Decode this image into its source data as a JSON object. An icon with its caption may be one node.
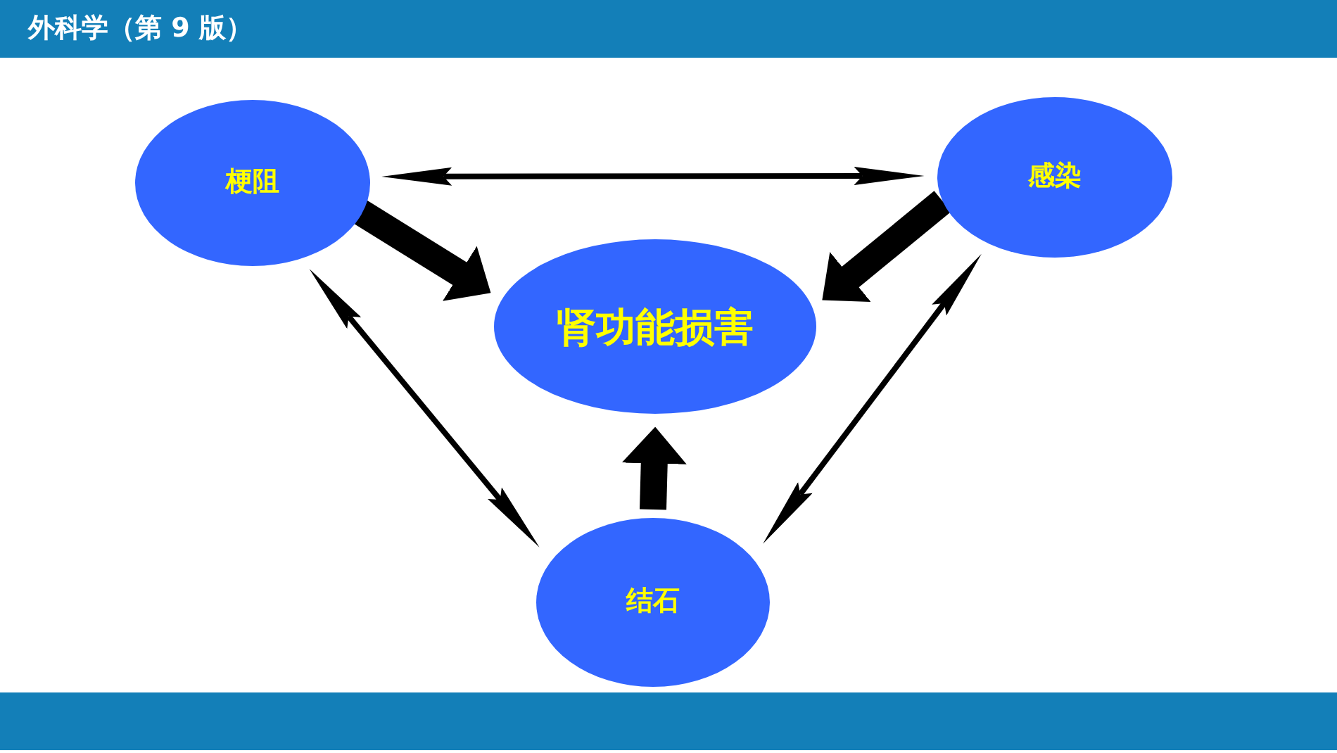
{
  "diagram": {
    "title": "外科学（第 9 版）",
    "nodes": [
      {
        "text": [
          "梗阻"
        ]
      },
      {
        "text": [
          "感染"
        ]
      },
      {
        "text": [
          "肾功能损害"
        ]
      },
      {
        "text": [
          "结石"
        ]
      }
    ],
    "edges": [
      {
        "from": 0,
        "to": 1,
        "arrow": "both"
      },
      {
        "from": 0,
        "to": 2,
        "arrow": "to",
        "style": "thick"
      },
      {
        "from": 1,
        "to": 2,
        "arrow": "to",
        "style": "thick"
      },
      {
        "from": 0,
        "to": 3,
        "arrow": "both"
      },
      {
        "from": 1,
        "to": 3,
        "arrow": "both"
      },
      {
        "from": 3,
        "to": 2,
        "arrow": "to",
        "style": "thick"
      }
    ]
  }
}
